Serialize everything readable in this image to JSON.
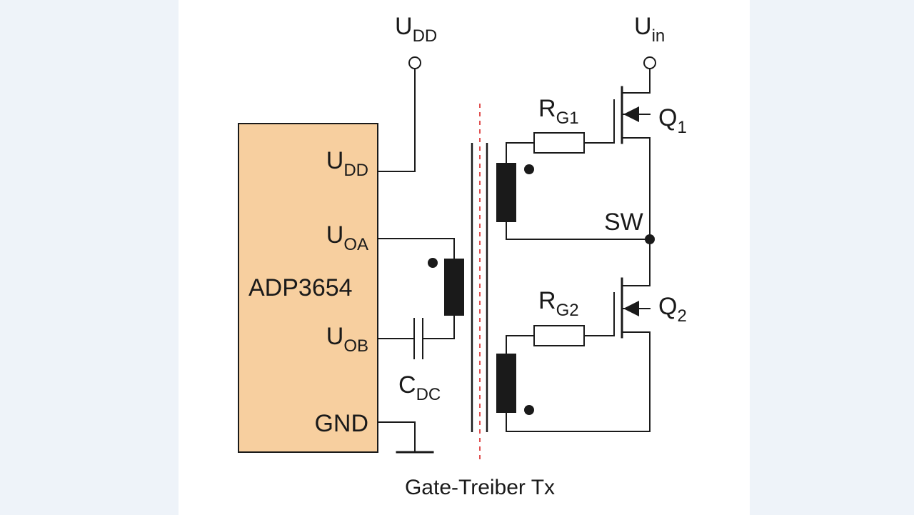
{
  "diagram": {
    "chip": {
      "name": "ADP3654",
      "pins": {
        "udd": {
          "main": "U",
          "sub": "DD"
        },
        "uoa": {
          "main": "U",
          "sub": "OA"
        },
        "uob": {
          "main": "U",
          "sub": "OB"
        },
        "gnd": {
          "main": "GND"
        }
      }
    },
    "supply_udd": {
      "main": "U",
      "sub": "DD"
    },
    "supply_uin": {
      "main": "U",
      "sub": "in"
    },
    "capacitor": {
      "main": "C",
      "sub": "DC"
    },
    "resistor_g1": {
      "main": "R",
      "sub": "G1"
    },
    "resistor_g2": {
      "main": "R",
      "sub": "G2"
    },
    "transistor_q1": {
      "main": "Q",
      "sub": "1"
    },
    "transistor_q2": {
      "main": "Q",
      "sub": "2"
    },
    "switch_node": "SW",
    "transformer_caption": "Gate-Treiber Tx",
    "colors": {
      "chip_fill": "#f7cf9f",
      "barrier": "#e05050",
      "wire": "#1a1a1a",
      "background": "#eef3f9"
    }
  }
}
